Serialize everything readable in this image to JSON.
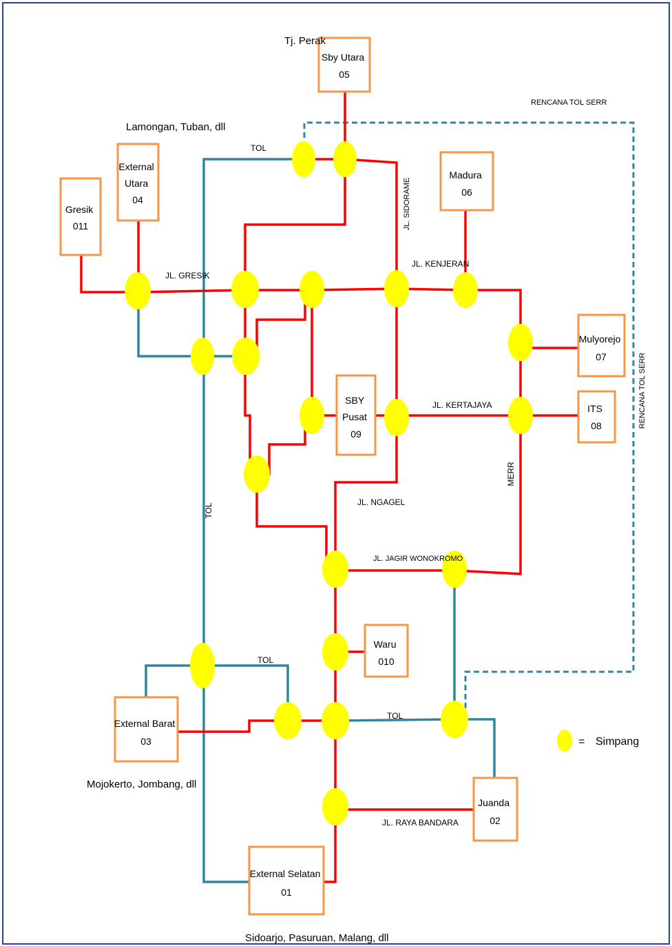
{
  "zones": [
    {
      "id": "z05",
      "lines": [
        "Sby Utara",
        "05"
      ]
    },
    {
      "id": "z04",
      "lines": [
        "External",
        "Utara",
        "04"
      ]
    },
    {
      "id": "z011",
      "lines": [
        "Gresik",
        "011"
      ]
    },
    {
      "id": "z06",
      "lines": [
        "Madura",
        "06"
      ]
    },
    {
      "id": "z07",
      "lines": [
        "Mulyorejo",
        "07"
      ]
    },
    {
      "id": "z08",
      "lines": [
        "ITS",
        "08"
      ]
    },
    {
      "id": "z09",
      "lines": [
        "SBY",
        "Pusat",
        "09"
      ]
    },
    {
      "id": "z010",
      "lines": [
        "Waru",
        "010"
      ]
    },
    {
      "id": "z03",
      "lines": [
        "External Barat",
        "03"
      ]
    },
    {
      "id": "z02",
      "lines": [
        "Juanda",
        "02"
      ]
    },
    {
      "id": "z01",
      "lines": [
        "External Selatan",
        "01"
      ]
    }
  ],
  "place_labels": {
    "tj_perak": "Tj. Perak",
    "lamongan": "Lamongan, Tuban, dll",
    "mojokerto": "Mojokerto, Jombang, dll",
    "sidoarjo": "Sidoarjo, Pasuruan, Malang, dll"
  },
  "road_labels": {
    "tol_north": "TOL",
    "tol_vertical": "TOL",
    "tol_south_a": "TOL",
    "tol_south_b": "TOL",
    "rencana_top": "RENCANA TOL SERR",
    "rencana_side": "RENCANA TOL SERR",
    "jl_gresik": "JL. GRESIK",
    "jl_sidorame": "JL. SIDORAME",
    "jl_kenjeran": "JL. KENJERAN",
    "jl_kertajaya": "JL. KERTAJAYA",
    "merr": "MERR",
    "jl_ngagel": "JL. NGAGEL",
    "jl_jagir": "JL. JAGIR WONOKROMO",
    "jl_raya_bandara": "JL. RAYA BANDARA"
  },
  "legend": {
    "equals": "=",
    "label": "Simpang"
  },
  "colors": {
    "arterial_road": "#ff0000",
    "toll_road": "#31859c",
    "zone_border": "#f79646",
    "intersection": "#ffff00",
    "frame": "#1f3fbf"
  }
}
